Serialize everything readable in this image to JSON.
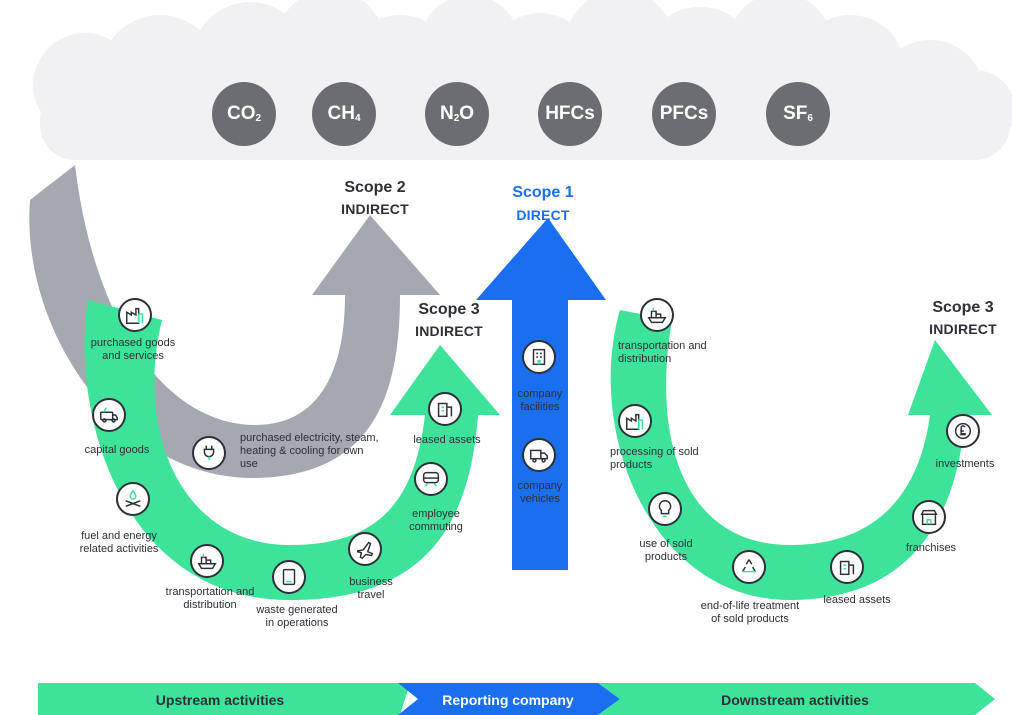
{
  "gases": [
    {
      "base": "CO",
      "sub": "2"
    },
    {
      "base": "CH",
      "sub": "4"
    },
    {
      "base": "N",
      "sub": "2",
      "tail": "O"
    },
    {
      "base": "HFCs",
      "sub": ""
    },
    {
      "base": "PFCs",
      "sub": ""
    },
    {
      "base": "SF",
      "sub": "6"
    }
  ],
  "scope2": {
    "title": "Scope 2",
    "sub": "INDIRECT"
  },
  "scope1": {
    "title": "Scope 1",
    "sub": "DIRECT"
  },
  "scope3_up": {
    "title": "Scope 3",
    "sub": "INDIRECT"
  },
  "scope3_down": {
    "title": "Scope 3",
    "sub": "INDIRECT"
  },
  "upstream_items": {
    "purchased_goods": "purchased goods and services",
    "capital_goods": "capital goods",
    "fuel_energy": "fuel and energy related activities",
    "transport_dist": "transportation and distribution",
    "waste": "waste generated in operations",
    "business_travel": "business travel",
    "employee_commuting": "employee commuting",
    "leased_assets": "leased assets",
    "purchased_electricity": "purchased electricity, steam, heating & cooling for own use"
  },
  "direct_items": {
    "company_facilities": "company facilities",
    "company_vehicles": "company vehicles"
  },
  "downstream_items": {
    "transport_dist": "transportation and distribution",
    "processing": "processing of sold products",
    "use_sold": "use of sold products",
    "end_of_life": "end-of-life treatment of sold products",
    "leased_assets": "leased assets",
    "franchises": "franchises",
    "investments": "investments"
  },
  "bottom_bar": {
    "upstream": "Upstream activities",
    "reporting": "Reporting company",
    "downstream": "Downstream activities"
  },
  "colors": {
    "green": "#3ee39a",
    "blue": "#1a6ff0",
    "gray_arrow": "#a6a8b1",
    "cloud": "#f1f1f3",
    "gas": "#6b6d72",
    "text": "#2d3038"
  }
}
